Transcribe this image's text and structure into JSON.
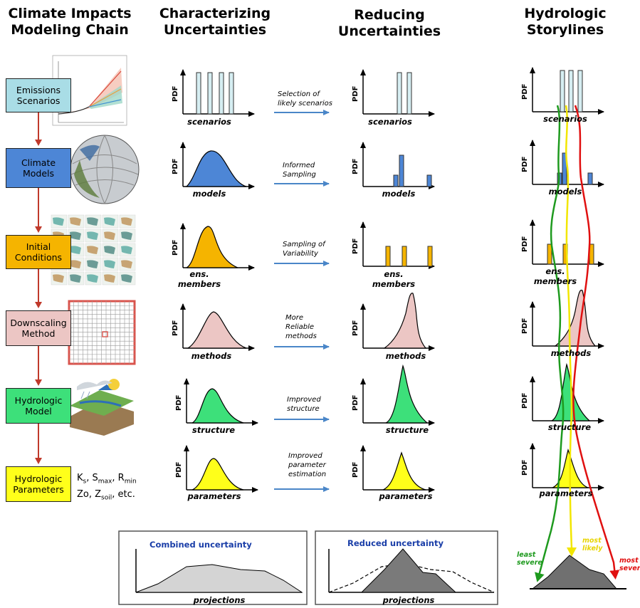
{
  "headers": {
    "chain": "Climate Impacts\nModeling Chain",
    "characterizing": "Characterizing\nUncertainties",
    "reducing": "Reducing\nUncertainties",
    "storylines": "Hydrologic\nStorylines"
  },
  "stages": [
    "Emissions\nScenarios",
    "Climate\nModels",
    "Initial\nConditions",
    "Downscaling\nMethod",
    "Hydrologic\nModel",
    "Hydrologic\nParameters"
  ],
  "row_labels": [
    "scenarios",
    "models",
    "ens.\nmembers",
    "methods",
    "structure",
    "parameters"
  ],
  "storyline_labels": [
    "scenarios",
    "models",
    "ens.\nmembers",
    "methods",
    "structure",
    "parameters"
  ],
  "pdf_label": "PDF",
  "arrow_labels": [
    "Selection of\nlikely scenarios",
    "Informed\nSampling",
    "Sampling of\nVariability",
    "More\nReliable\nmethods",
    "Improved\nstructure",
    "Improved\nparameter\nestimation"
  ],
  "parameters_text": {
    "line1": [
      "K",
      "s",
      ", S",
      "max",
      ", R",
      "min"
    ],
    "line2": [
      "Zo, Z",
      "soil",
      ", etc."
    ]
  },
  "combined": {
    "title": "Combined uncertainty",
    "xlabel": "projections"
  },
  "reduced": {
    "title": "Reduced uncertainty",
    "xlabel": "projections"
  },
  "legend": {
    "least": "least\nsevere",
    "most_likely": "most\nlikely",
    "most_severe": "most\nsevere"
  },
  "colors": {
    "emissions": "#a9dde6",
    "climate": "#4d86d6",
    "initial": "#f5b400",
    "downscaling": "#ecc6c4",
    "hydro_model": "#3de07a",
    "params": "#ffff1a",
    "flow_arrow": "#c0392b",
    "blue_arrow": "#4a86c8",
    "title_blue": "#1a3ea8",
    "green_line": "#1e9a1e",
    "yellow_line": "#f2e600",
    "red_line": "#e01010"
  }
}
